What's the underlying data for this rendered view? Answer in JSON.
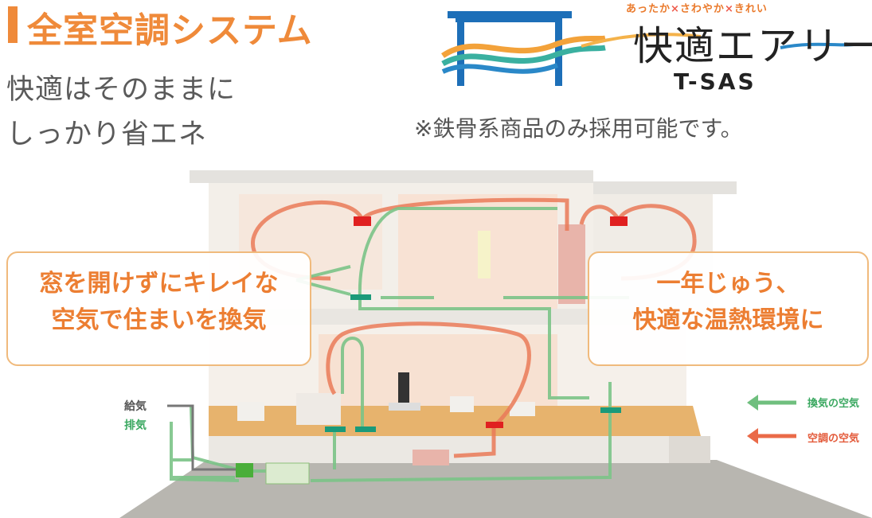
{
  "header": {
    "title": "全室空調システム",
    "tagline_line1": "快適はそのままに",
    "tagline_line2": "しっかり省エネ",
    "note": "※鉄骨系商品のみ採用可能です。"
  },
  "logo": {
    "sub1": "あったか",
    "sub_sep1": "×",
    "sub2": "さわやか",
    "sub_sep2": "×",
    "sub3": "きれい",
    "name": "快適エアリー",
    "model": "T-SAS"
  },
  "callouts": {
    "left_line1": "窓を開けずにキレイな",
    "left_line2": "空気で住まいを換気",
    "right_line1": "一年じゅう、",
    "right_line2": "快適な温熱環境に"
  },
  "labels": {
    "supply": "給気",
    "exhaust": "排気"
  },
  "legend": {
    "ventilation": "換気の空気",
    "conditioning": "空調の空気"
  },
  "colors": {
    "accent_orange": "#ef8a3a",
    "ventilation_green": "#6fbf7e",
    "conditioning_red": "#ea6a48",
    "vent_red": "#e02020",
    "vent_teal": "#1a9a7a"
  }
}
